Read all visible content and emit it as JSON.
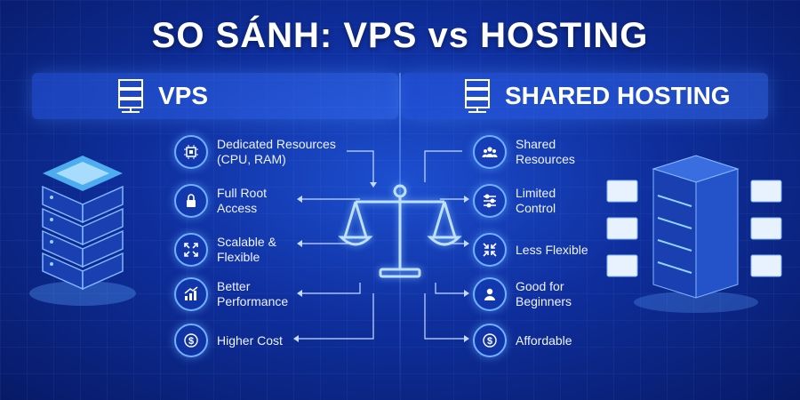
{
  "title": "SO SÁNH: VPS vs HOSTING",
  "left_panel": {
    "label": "VPS",
    "items": [
      {
        "text": "Dedicated Resources (CPU, RAM)",
        "icon": "cpu-icon"
      },
      {
        "text": "Full Root Access",
        "icon": "lock-icon"
      },
      {
        "text": "Scalable & Flexible",
        "icon": "expand-icon"
      },
      {
        "text": "Better Performance",
        "icon": "chart-up-icon"
      },
      {
        "text": "Higher Cost",
        "icon": "dollar-icon"
      }
    ]
  },
  "right_panel": {
    "label": "SHARED HOSTING",
    "items": [
      {
        "text": "Shared Resources",
        "icon": "users-icon"
      },
      {
        "text": "Limited Control",
        "icon": "sliders-icon"
      },
      {
        "text": "Less Flexible",
        "icon": "shrink-icon"
      },
      {
        "text": "Good for Beginners",
        "icon": "user-icon"
      },
      {
        "text": "Affordable",
        "icon": "dollar-icon"
      }
    ]
  },
  "colors": {
    "accent": "#6fb1ff",
    "background": "#0f2f9e"
  }
}
